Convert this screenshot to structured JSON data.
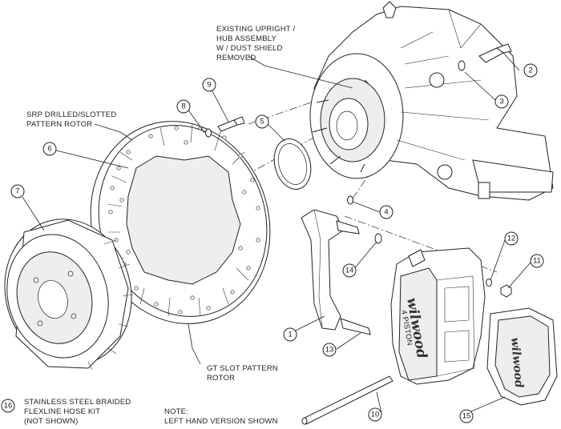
{
  "labels": {
    "existing_upright": [
      "EXISTING UPRIGHT /",
      "HUB ASSEMBLY",
      "W / DUST SHIELD",
      "REMOVED"
    ],
    "srp_rotor": [
      "SRP DRILLED/SLOTTED",
      "PATTERN ROTOR"
    ],
    "gt_slot_rotor": [
      "GT SLOT PATTERN",
      "ROTOR"
    ],
    "hose_kit": [
      "STAINLESS STEEL BRAIDED",
      "FLEXLINE HOSE KIT",
      "(NOT SHOWN)"
    ],
    "note": [
      "NOTE:",
      "LEFT HAND VERSION SHOWN"
    ]
  },
  "callouts": [
    "1",
    "2",
    "3",
    "4",
    "5",
    "6",
    "7",
    "8",
    "9",
    "10",
    "11",
    "12",
    "13",
    "14",
    "15",
    "16"
  ],
  "logos": {
    "caliper_brand": "wilwood",
    "caliper_model": "4 PISTON",
    "pad_brand": "wilwood"
  }
}
